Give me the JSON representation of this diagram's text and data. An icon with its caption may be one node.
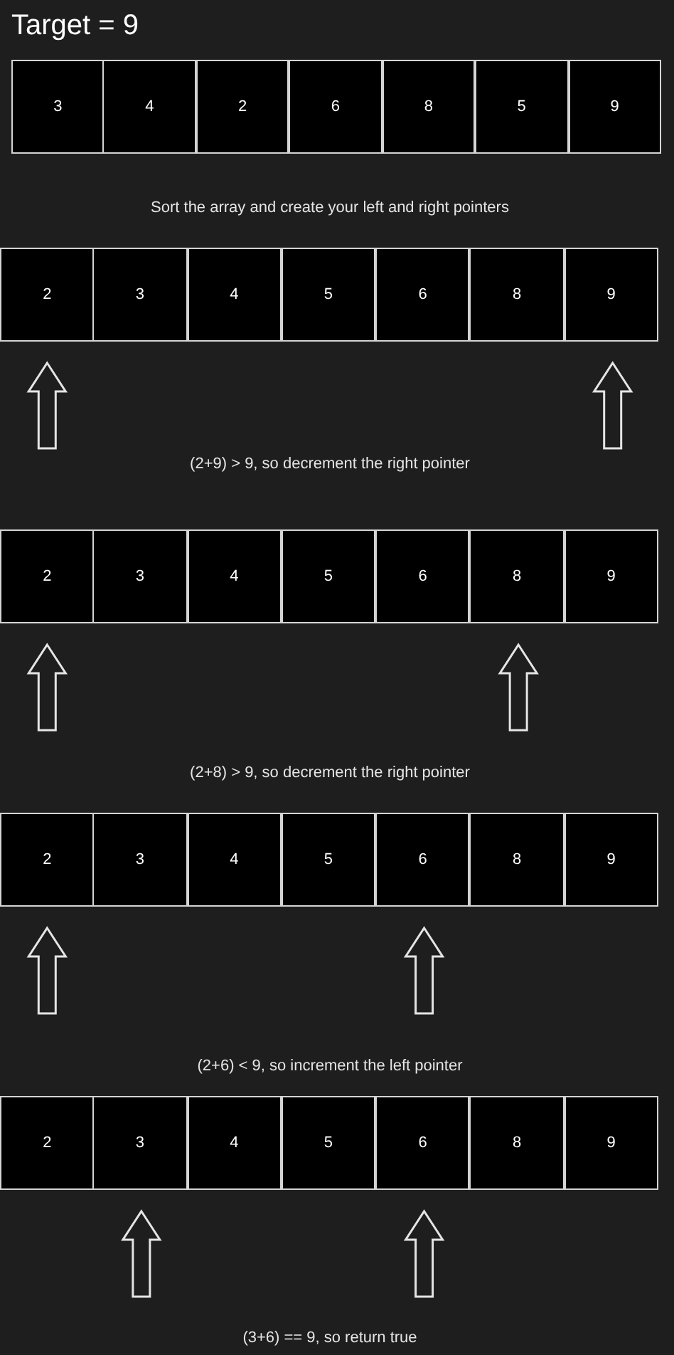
{
  "diagram": {
    "title": "Target = 9",
    "nodes": [
      {
        "text": [
          "3"
        ]
      },
      {
        "text": [
          "4"
        ]
      },
      {
        "text": [
          "2"
        ]
      },
      {
        "text": [
          "6"
        ]
      },
      {
        "text": [
          "8"
        ]
      },
      {
        "text": [
          "5"
        ]
      },
      {
        "text": [
          "9"
        ]
      },
      {
        "text": [
          "2"
        ]
      },
      {
        "text": [
          "3"
        ]
      },
      {
        "text": [
          "4"
        ]
      },
      {
        "text": [
          "5"
        ]
      },
      {
        "text": [
          "6"
        ]
      },
      {
        "text": [
          "8"
        ]
      },
      {
        "text": [
          "9"
        ]
      },
      {
        "text": [
          "2"
        ]
      },
      {
        "text": [
          "3"
        ]
      },
      {
        "text": [
          "4"
        ]
      },
      {
        "text": [
          "5"
        ]
      },
      {
        "text": [
          "6"
        ]
      },
      {
        "text": [
          "8"
        ]
      },
      {
        "text": [
          "9"
        ]
      },
      {
        "text": [
          "2"
        ]
      },
      {
        "text": [
          "3"
        ]
      },
      {
        "text": [
          "4"
        ]
      },
      {
        "text": [
          "5"
        ]
      },
      {
        "text": [
          "6"
        ]
      },
      {
        "text": [
          "8"
        ]
      },
      {
        "text": [
          "9"
        ]
      },
      {
        "text": [
          "2"
        ]
      },
      {
        "text": [
          "3"
        ]
      },
      {
        "text": [
          "4"
        ]
      },
      {
        "text": [
          "5"
        ]
      },
      {
        "text": [
          "6"
        ]
      },
      {
        "text": [
          "8"
        ]
      },
      {
        "text": [
          "9"
        ]
      }
    ],
    "edges": [
      {
        "from": null,
        "to": 7,
        "arrow": "to"
      },
      {
        "from": null,
        "to": 13,
        "arrow": "to"
      },
      {
        "from": null,
        "to": 14,
        "arrow": "to"
      },
      {
        "from": null,
        "to": 19,
        "arrow": "to"
      },
      {
        "from": null,
        "to": 21,
        "arrow": "to"
      },
      {
        "from": null,
        "to": 25,
        "arrow": "to"
      },
      {
        "from": null,
        "to": 29,
        "arrow": "to"
      },
      {
        "from": null,
        "to": 32,
        "arrow": "to"
      }
    ],
    "labels": [
      "Sort the array and create your left and right pointers",
      "(2+9) > 9, so decrement the right pointer",
      "(2+8) > 9, so decrement the right pointer",
      "(2+6) < 9, so increment the left pointer",
      "(3+6) == 9, so return true"
    ]
  }
}
